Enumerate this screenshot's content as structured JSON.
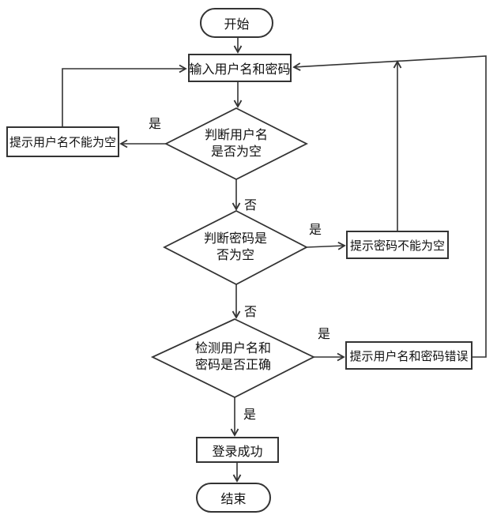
{
  "diagram": {
    "nodes": {
      "start": {
        "type": "terminator",
        "label": "开始"
      },
      "input": {
        "type": "process",
        "label": "输入用户名和密码"
      },
      "check_username": {
        "type": "decision",
        "line1": "判断用户名",
        "line2": "是否为空"
      },
      "prompt_username_empty": {
        "type": "process",
        "label": "提示用户名不能为空"
      },
      "check_password": {
        "type": "decision",
        "line1": "判断密码是",
        "line2": "否为空"
      },
      "prompt_password_empty": {
        "type": "process",
        "label": "提示密码不能为空"
      },
      "check_credentials": {
        "type": "decision",
        "line1": "检测用户名和",
        "line2": "密码是否正确"
      },
      "prompt_credentials_wrong": {
        "type": "process",
        "label": "提示用户名和密码错误"
      },
      "login_success": {
        "type": "process",
        "label": "登录成功"
      },
      "end": {
        "type": "terminator",
        "label": "结束"
      }
    },
    "edge_labels": {
      "check_username_yes": "是",
      "check_username_no": "否",
      "check_password_yes": "是",
      "check_password_no": "否",
      "check_credentials_wrong": "是",
      "check_credentials_ok": "是"
    },
    "colors": {
      "line": "#333333",
      "text": "#111111",
      "node_fill": "#ffffff",
      "background": "#ffffff"
    }
  }
}
